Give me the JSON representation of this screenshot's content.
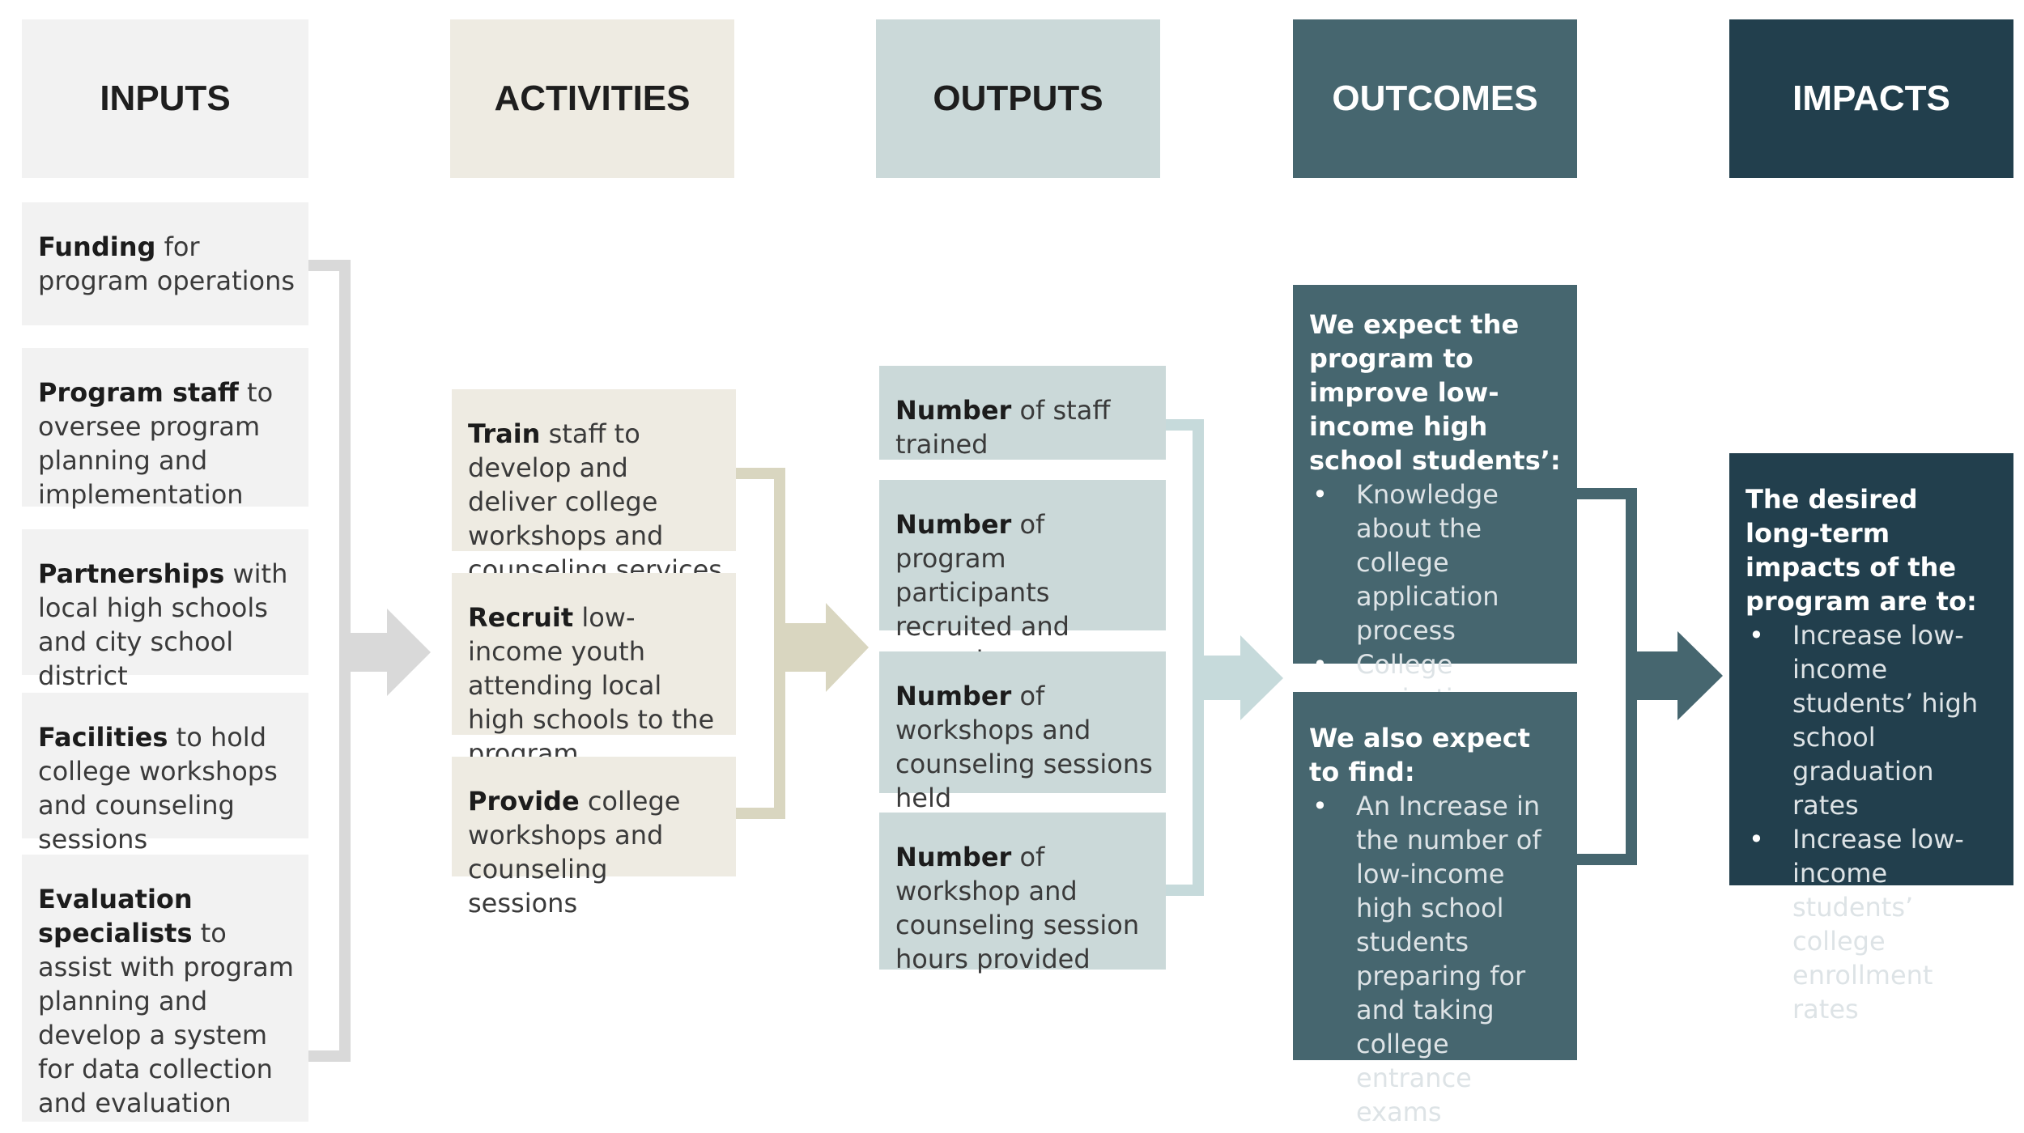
{
  "headers": {
    "inputs": "INPUTS",
    "activities": "ACTIVITIES",
    "outputs": "OUTPUTS",
    "outcomes": "OUTCOMES",
    "impacts": "IMPACTS"
  },
  "inputs": [
    {
      "bold": "Funding",
      "rest": " for program operations"
    },
    {
      "bold": "Program staff",
      "rest": " to oversee program planning and implementation"
    },
    {
      "bold": "Partnerships",
      "rest": " with local high schools and city school district"
    },
    {
      "bold": "Facilities",
      "rest": " to hold college workshops and counseling sessions"
    },
    {
      "bold": "Evaluation specialists",
      "rest": " to assist with program planning and develop a system for data collection and evaluation"
    }
  ],
  "activities": [
    {
      "bold": "Train",
      "rest": " staff to develop and deliver college workshops and counseling services"
    },
    {
      "bold": "Recruit",
      "rest": " low-income youth attending local high schools to the program"
    },
    {
      "bold": "Provide",
      "rest": " college workshops and counseling sessions"
    }
  ],
  "outputs": [
    {
      "bold": "Number",
      "rest": " of staff trained"
    },
    {
      "bold": "Number",
      "rest": " of program participants recruited and served"
    },
    {
      "bold": "Number",
      "rest": " of workshops and counseling sessions held"
    },
    {
      "bold": "Number",
      "rest": " of workshop and counseling session hours provided"
    }
  ],
  "outcomes": {
    "box1": {
      "lead": "We expect the program to improve low-income high school students’:",
      "bullets": [
        "Knowledge about the college application process",
        "College aspirations"
      ]
    },
    "box2": {
      "lead": "We also expect to find:",
      "bullets": [
        "An Increase in the number of low-income high school students preparing for and taking college entrance exams"
      ]
    }
  },
  "impacts": {
    "lead": "The desired long-term impacts of the program are to:",
    "bullets": [
      "Increase low-income students’ high school graduation rates",
      "Increase low-income students’ college enrollment rates"
    ]
  },
  "colors": {
    "inputs_fill": "#f2f2f2",
    "activities_fill": "#eeebe2",
    "outputs_fill": "#cbd9d9",
    "outcomes_fill": "#46666f",
    "impacts_fill": "#223f4d",
    "inputs_connector": "#d9d9d9",
    "activities_connector": "#d9d6c0",
    "outputs_connector": "#c6dadb",
    "outcomes_connector": "#46666f"
  }
}
